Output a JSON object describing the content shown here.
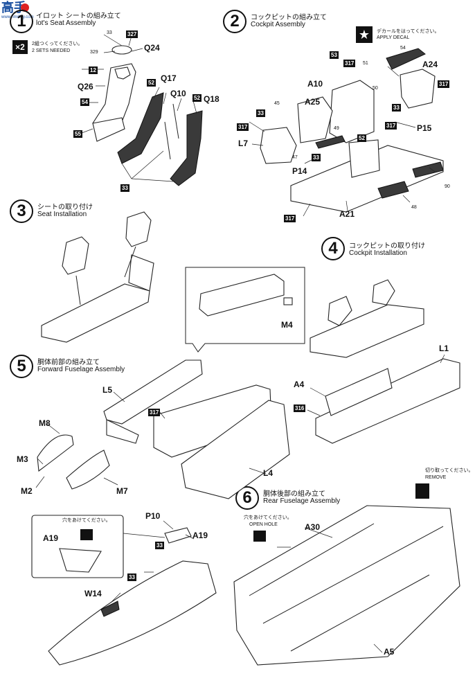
{
  "watermark": {
    "text": "高手",
    "sub": "www.hmdtoy.com"
  },
  "steps": [
    {
      "num": "1",
      "jp": "イロット シートの組み立て",
      "en": "lot's Seat Assembly"
    },
    {
      "num": "2",
      "jp": "コックピットの組み立て",
      "en": "Cockpit Assembly"
    },
    {
      "num": "3",
      "jp": "シートの取り付け",
      "en": "Seat Installation"
    },
    {
      "num": "4",
      "jp": "コックピットの取り付け",
      "en": "Cockpit Installation"
    },
    {
      "num": "5",
      "jp": "胴体前部の組み立て",
      "en": "Forward Fuselage Assembly"
    },
    {
      "num": "6",
      "jp": "胴体後部の組み立て",
      "en": "Rear Fuselage Assembly"
    }
  ],
  "x2": {
    "mark": "×2",
    "jp": "2組つくってください。",
    "en": "2 SETS NEEDED"
  },
  "decal": {
    "jp": "デカールをはってください。",
    "en": "APPLY DECAL"
  },
  "open_hole": {
    "jp": "穴をあけてください。",
    "en": "OPEN HOLE"
  },
  "remove": {
    "jp": "切り取ってください。",
    "en": "REMOVE"
  },
  "parts": {
    "p33a": "33",
    "p327": "327",
    "p329": "329",
    "Q24": "Q24",
    "p12": "12",
    "Q26": "Q26",
    "p52a": "52",
    "Q17": "Q17",
    "Q10": "Q10",
    "p52b": "52",
    "Q18": "Q18",
    "p54a": "54",
    "p55": "55",
    "p33b": "33",
    "p53": "53",
    "p317a": "317",
    "p51": "51",
    "p54b": "54",
    "A24": "A24",
    "A10": "A10",
    "p50": "50",
    "p317b": "317",
    "A25": "A25",
    "p45": "45",
    "p33c": "33",
    "p33d": "33",
    "p317c": "317",
    "P15": "P15",
    "p49": "49",
    "p317d": "317",
    "L7": "L7",
    "p47": "47",
    "p33e": "33",
    "p52c": "52",
    "P14": "P14",
    "p90": "90",
    "p48": "48",
    "p317e": "317",
    "A21": "A21",
    "M4": "M4",
    "L1": "L1",
    "A4": "A4",
    "p316": "316",
    "L5": "L5",
    "p317f": "317",
    "M8": "M8",
    "M3": "M3",
    "M2": "M2",
    "M7": "M7",
    "L4": "L4",
    "P10": "P10",
    "A19a": "A19",
    "A19b": "A19",
    "p33f": "33",
    "p33g": "33",
    "W14": "W14",
    "A30": "A30",
    "A5": "A5"
  }
}
